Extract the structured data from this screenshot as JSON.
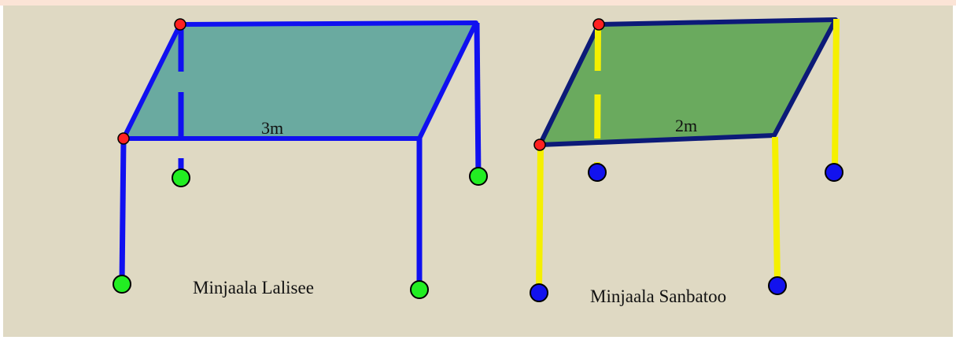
{
  "diagrams": [
    {
      "dimension_label": "3m",
      "caption": "Minjaala Lalisee",
      "top_color": "#6aaaa0",
      "frame_color": "#1010f0",
      "leg_color": "#1010f0",
      "foot_color": "#22ee22",
      "corner_color": "#ff2020"
    },
    {
      "dimension_label": "2m",
      "caption": "Minjaala Sanbatoo",
      "top_color": "#6aaa5e",
      "frame_color": "#0c1a78",
      "leg_color": "#f5f000",
      "foot_color": "#1212ee",
      "corner_color": "#ff2020"
    }
  ]
}
